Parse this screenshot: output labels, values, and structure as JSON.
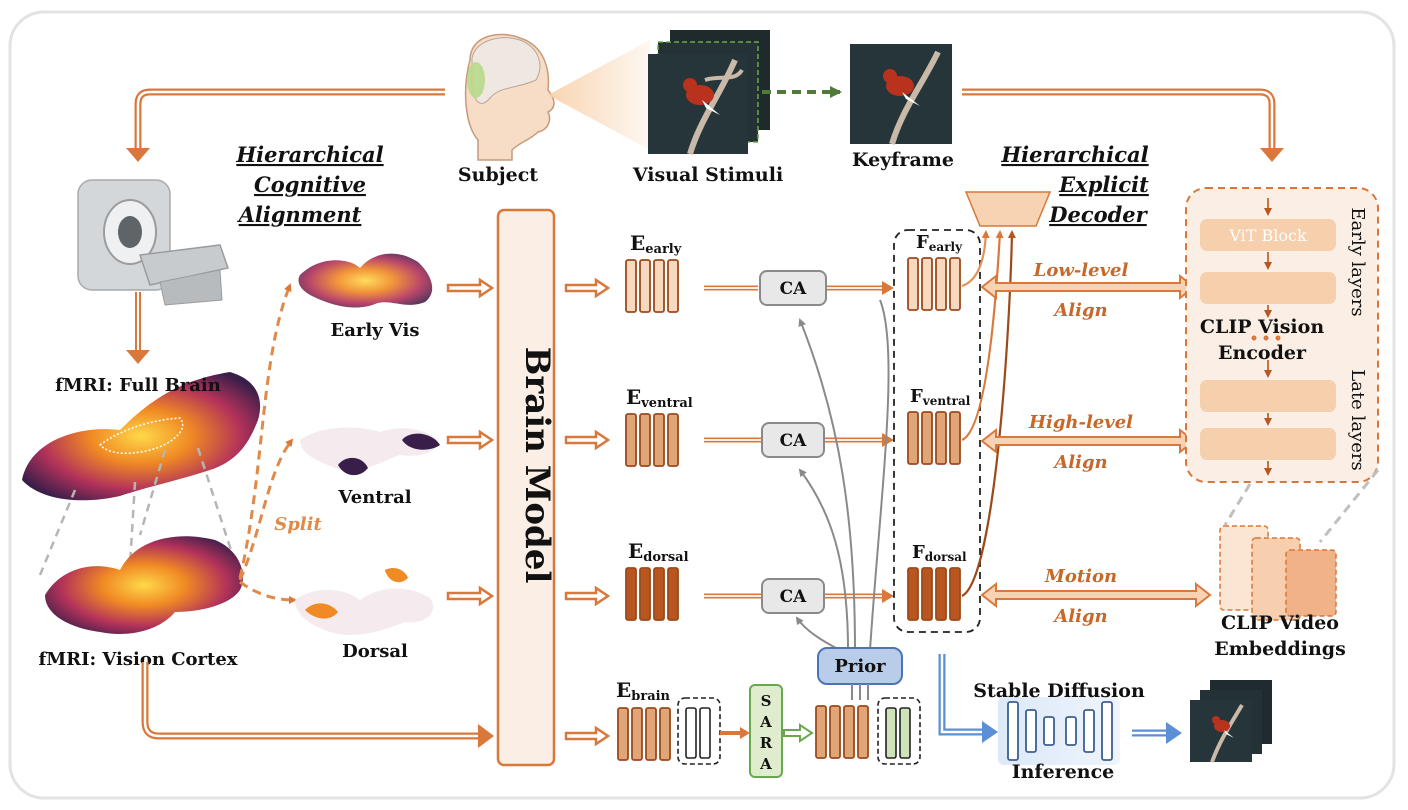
{
  "colors": {
    "orange_arrow": "#d9783a",
    "orange_fill": "#f7d9bf",
    "orange_dark": "#b9561f",
    "brown_block": "#9c4a1c",
    "label_orange": "#c7682a",
    "green": "#6aa84f",
    "blue": "#5b8fd6"
  },
  "top": {
    "subject": "Subject",
    "visual_stimuli": "Visual Stimuli",
    "keyframe": "Keyframe"
  },
  "left": {
    "title_lines": [
      "Hierarchical",
      "Cognitive",
      "Alignment"
    ],
    "full_brain": "fMRI: Full Brain",
    "vision_cortex": "fMRI: Vision Cortex",
    "split": "Split",
    "regions": [
      "Early Vis",
      "Ventral",
      "Dorsal"
    ]
  },
  "brain_model": "Brain Model",
  "encoders": {
    "early": {
      "main": "E",
      "sub": "early"
    },
    "ventral": {
      "main": "E",
      "sub": "ventral"
    },
    "dorsal": {
      "main": "E",
      "sub": "dorsal"
    },
    "brain": {
      "main": "E",
      "sub": "brain"
    }
  },
  "features": {
    "early": {
      "main": "F",
      "sub": "early"
    },
    "ventral": {
      "main": "F",
      "sub": "ventral"
    },
    "dorsal": {
      "main": "F",
      "sub": "dorsal"
    }
  },
  "ca_label": "CA",
  "prior": "Prior",
  "sara": [
    "S",
    "A",
    "R",
    "A"
  ],
  "decoder_title_lines": [
    "Hierarchical",
    "Explicit",
    "Decoder"
  ],
  "align": {
    "low": {
      "top": "Low-level",
      "bottom": "Align"
    },
    "high": {
      "top": "High-level",
      "bottom": "Align"
    },
    "motion": {
      "top": "Motion",
      "bottom": "Align"
    }
  },
  "clip_encoder": {
    "vit_block": "ViT Block",
    "name_lines": [
      "CLIP Vision",
      "Encoder"
    ],
    "early_layers": "Early layers",
    "late_layers": "Late layers"
  },
  "clip_video": [
    "CLIP Video",
    "Embeddings"
  ],
  "stable_diffusion": "Stable Diffusion",
  "inference": "Inference"
}
